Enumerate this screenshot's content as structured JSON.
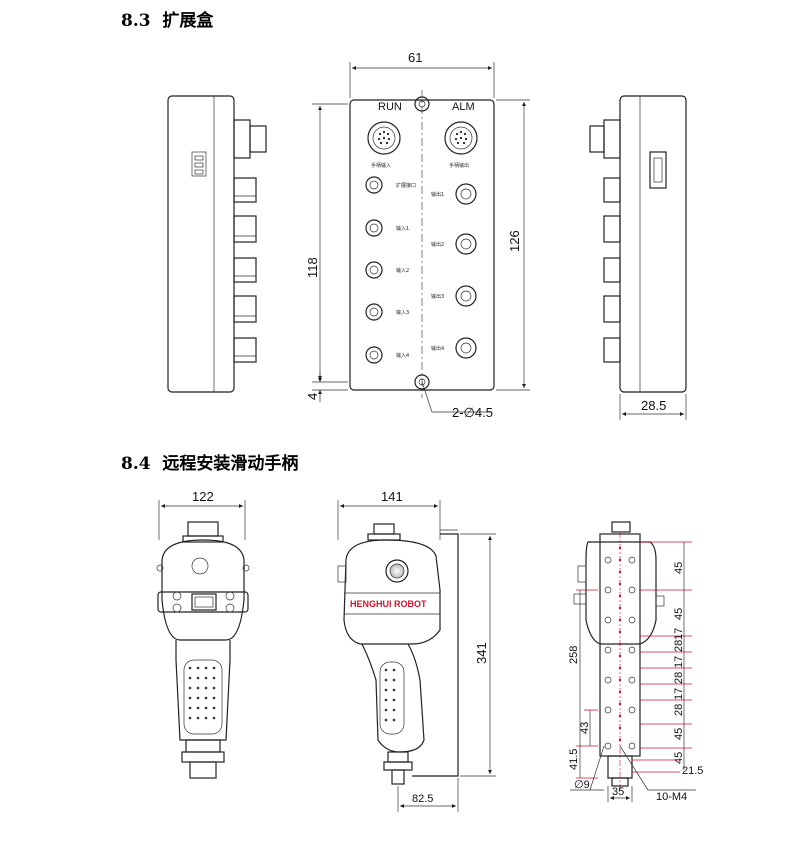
{
  "section_83": {
    "number": "8.3",
    "title": "扩展盒"
  },
  "section_84": {
    "number": "8.4",
    "title": "远程安装滑动手柄"
  },
  "box": {
    "led_run": "RUN",
    "led_alm": "ALM",
    "port_in": "手柄输入",
    "port_out": "手柄输出",
    "ext_port": "扩展接口",
    "inputs": [
      "输入1",
      "输入2",
      "输入3",
      "输入4"
    ],
    "outputs": [
      "输出1",
      "输出2",
      "输出3",
      "输出4"
    ],
    "dims": {
      "width": "61",
      "height_outer": "126",
      "height_inner": "118",
      "offset": "4",
      "hole": "2-∅4.5",
      "depth": "28.5"
    }
  },
  "handle": {
    "brand": "HENGHUI ROBOT",
    "dims": {
      "front_width": "122",
      "side_width": "141",
      "height": "341",
      "base_offset": "82.5",
      "rear_total": "258",
      "pitch": [
        "45",
        "45",
        "17",
        "28",
        "17",
        "28",
        "17",
        "28",
        "45",
        "45"
      ],
      "h43": "43",
      "h41_5": "41.5",
      "hole": "∅9",
      "w35": "35",
      "screw": "10-M4",
      "d21_5": "21.5"
    }
  }
}
